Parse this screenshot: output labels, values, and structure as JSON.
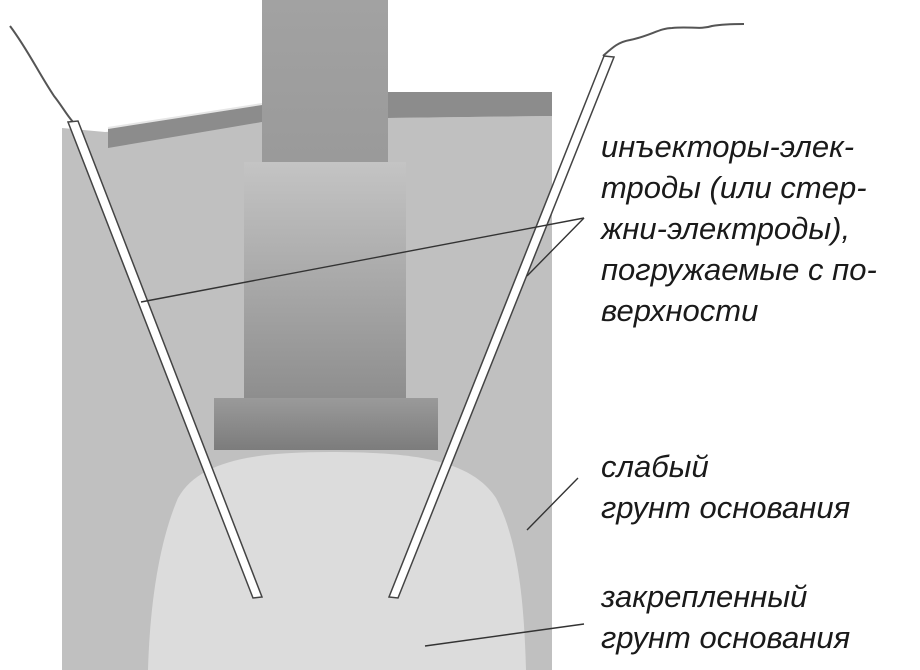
{
  "labels": {
    "injectors": [
      "инъекторы-элек-",
      "троды (или стер-",
      "жни-электроды),",
      "погружаемые с по-",
      "верхности"
    ],
    "weak_soil": [
      "слабый",
      "грунт основания"
    ],
    "fixed_soil": [
      "закрепленный",
      "грунт основания"
    ]
  },
  "colors": {
    "weak_soil": "#c0c0c0",
    "fixed_soil": "#dadada",
    "foundation": "#a8a8a8",
    "column": "#9a9a9a",
    "slab": "#8c8c8c",
    "electrode": "#ffffff",
    "line": "#333333"
  }
}
